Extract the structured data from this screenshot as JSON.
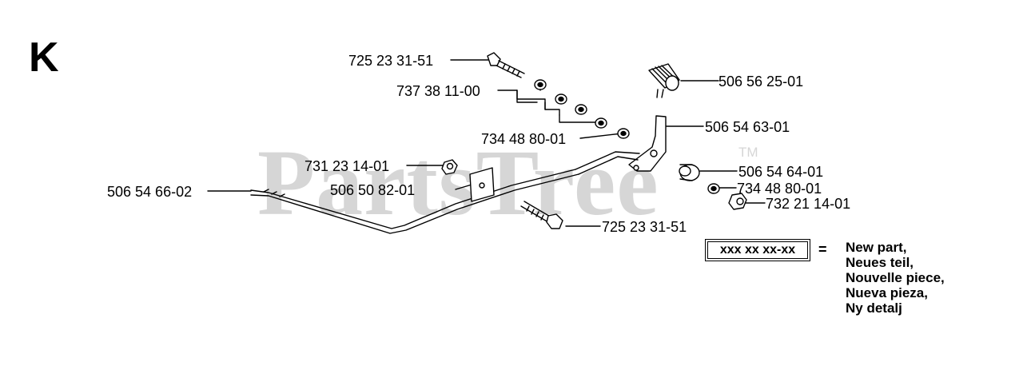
{
  "section_letter": "K",
  "watermark": {
    "text": "PartsTree",
    "tm": "TM"
  },
  "parts": [
    {
      "number": "725 23 31-51"
    },
    {
      "number": "737 38 11-00"
    },
    {
      "number": "734 48 80-01"
    },
    {
      "number": "731 23 14-01"
    },
    {
      "number": "506 54 66-02"
    },
    {
      "number": "506 50 82-01"
    },
    {
      "number": "725 23 31-51"
    },
    {
      "number": "506 56 25-01"
    },
    {
      "number": "506 54 63-01"
    },
    {
      "number": "506 54 64-01"
    },
    {
      "number": "734 48 80-01"
    },
    {
      "number": "732 21 14-01"
    }
  ],
  "legend": {
    "code": "xxx xx xx-xx",
    "equals": "=",
    "lines": [
      "New part,",
      "Neues teil,",
      "Nouvelle piece,",
      "Nueva pieza,",
      "Ny detalj"
    ]
  }
}
